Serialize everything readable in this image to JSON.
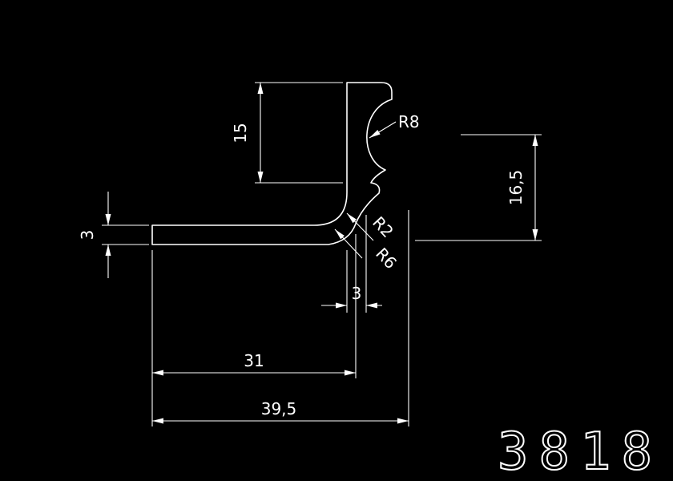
{
  "drawing": {
    "background_color": "#000000",
    "line_color": "#ffffff",
    "part_number": "3818",
    "dimensions": {
      "upper_height": "15",
      "channel_radius": "R8",
      "right_height": "16,5",
      "flange_thickness": "3",
      "corner_radius_small": "R2",
      "corner_radius_large": "R6",
      "wall_thickness": "3",
      "inner_width": "31",
      "total_width": "39,5"
    }
  }
}
